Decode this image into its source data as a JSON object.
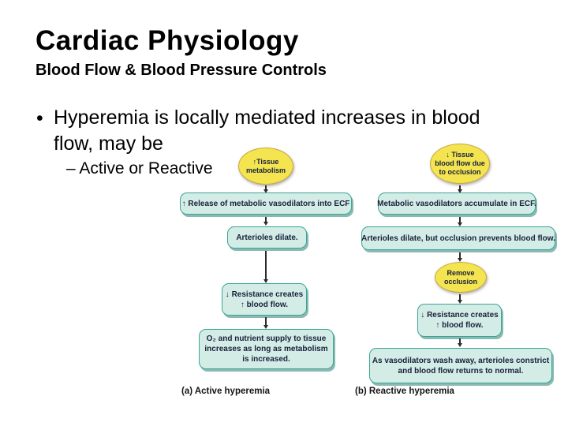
{
  "slide": {
    "title": "Cardiac Physiology",
    "subtitle": "Blood Flow & Blood Pressure Controls",
    "bullet_glyph": "•",
    "bullet_lines": [
      "Hyperemia is locally mediated increases in blood",
      "flow, may be"
    ],
    "sub_bullet": "– Active or Reactive"
  },
  "diagram": {
    "colors": {
      "box_fill": "#d4ece6",
      "box_border": "#3aa596",
      "oval_fill": "#f3e450",
      "oval_border": "#c9a73e",
      "arrow": "#2b2b2b"
    },
    "active": {
      "oval_tissue": {
        "lines": [
          "↑Tissue",
          "metabolism"
        ]
      },
      "box_release": "↑ Release of metabolic vasodilators into ECF",
      "box_dilate": "Arterioles dilate.",
      "box_resistance": {
        "lines": [
          "↓ Resistance creates",
          "↑ blood flow."
        ]
      },
      "box_o2": {
        "lines": [
          "O₂ and nutrient supply to tissue",
          "increases as long as metabolism",
          "is increased."
        ]
      },
      "caption": "(a) Active hyperemia"
    },
    "reactive": {
      "oval_tissue": {
        "lines": [
          "↓ Tissue",
          "blood flow due",
          "to occlusion"
        ]
      },
      "box_accumulate": "Metabolic vasodilators accumulate in ECF.",
      "box_dilate": "Arterioles dilate, but occlusion prevents blood flow.",
      "oval_remove": {
        "lines": [
          "Remove",
          "occlusion"
        ]
      },
      "box_resistance": {
        "lines": [
          "↓ Resistance creates",
          "↑ blood flow."
        ]
      },
      "box_wash": {
        "lines": [
          "As vasodilators wash away, arterioles constrict",
          "and blood flow returns to normal."
        ]
      },
      "caption": "(b) Reactive hyperemia"
    }
  }
}
